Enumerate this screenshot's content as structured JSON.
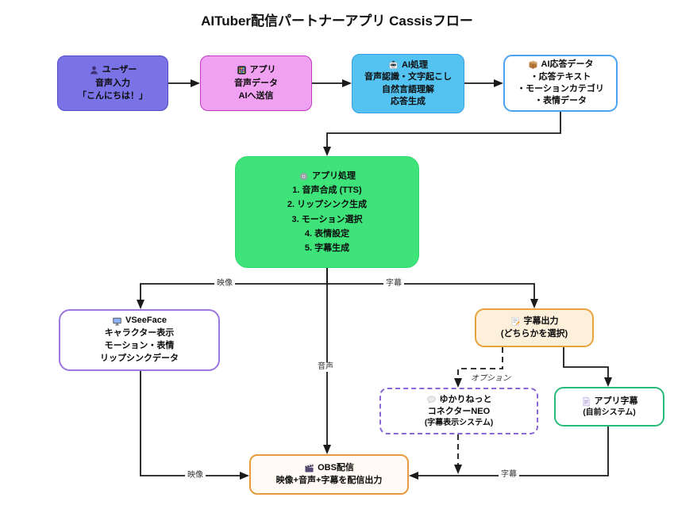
{
  "title": "AITuber配信パートナーアプリ Cassisフロー",
  "nodes": {
    "user": {
      "icon": "user-icon",
      "title": "ユーザー",
      "line2": "音声入力",
      "line3": "「こんにちは！」"
    },
    "app_send": {
      "icon": "app-icon",
      "title": "アプリ",
      "line2": "音声データ",
      "line3": "AIへ送信"
    },
    "ai_process": {
      "icon": "robot-icon",
      "title": "AI処理",
      "line2": "音声認識・文字起こし",
      "line3": "自然言語理解",
      "line4": "応答生成"
    },
    "ai_response": {
      "icon": "package-icon",
      "title": "AI応答データ",
      "line2": "・応答テキスト",
      "line3": "・モーションカテゴリ",
      "line4": "・表情データ"
    },
    "app_process": {
      "icon": "gear-icon",
      "title": "アプリ処理",
      "line2": "1. 音声合成 (TTS)",
      "line3": "2. リップシンク生成",
      "line4": "3. モーション選択",
      "line5": "4. 表情設定",
      "line6": "5. 字幕生成"
    },
    "vseeface": {
      "icon": "monitor-icon",
      "title": "VSeeFace",
      "line2": "キャラクター表示",
      "line3": "モーション・表情",
      "line4": "リップシンクデータ"
    },
    "subtitle_output": {
      "icon": "memo-icon",
      "title": "字幕出力",
      "line2": "(どちらかを選択)"
    },
    "yukarinette": {
      "icon": "speech-bubble-icon",
      "title": "ゆかりねっと",
      "line2": "コネクターNEO",
      "line3": "(字幕表示システム)"
    },
    "app_subtitle": {
      "icon": "document-icon",
      "title": "アプリ字幕",
      "line2": "(自前システム)"
    },
    "obs": {
      "icon": "clapperboard-icon",
      "title": "OBS配信",
      "line2": "映像+音声+字幕を配信出力"
    }
  },
  "edge_labels": {
    "video_top": "映像",
    "subtitle_top": "字幕",
    "audio": "音声",
    "option": "オプション",
    "video_bottom": "映像",
    "subtitle_bottom": "字幕"
  },
  "colors": {
    "user_fill": "#7a73e6",
    "user_border": "#544cc9",
    "app_fill": "#f1a1f1",
    "app_border": "#c238c2",
    "ai_fill": "#54c3f1",
    "ai_border": "#3a9fe1",
    "ai_response_border": "#4aa4f2",
    "app_process_fill": "#3ee47a",
    "vseeface_border": "#9c77e0",
    "subtitle_output_fill": "#fcf0db",
    "subtitle_output_border": "#e7a33c",
    "yukarinette_border": "#8b66d6",
    "app_subtitle_border": "#27ba78",
    "obs_fill": "#fffbf4",
    "obs_border": "#e89a3d",
    "edge": "#1a1a1a"
  }
}
